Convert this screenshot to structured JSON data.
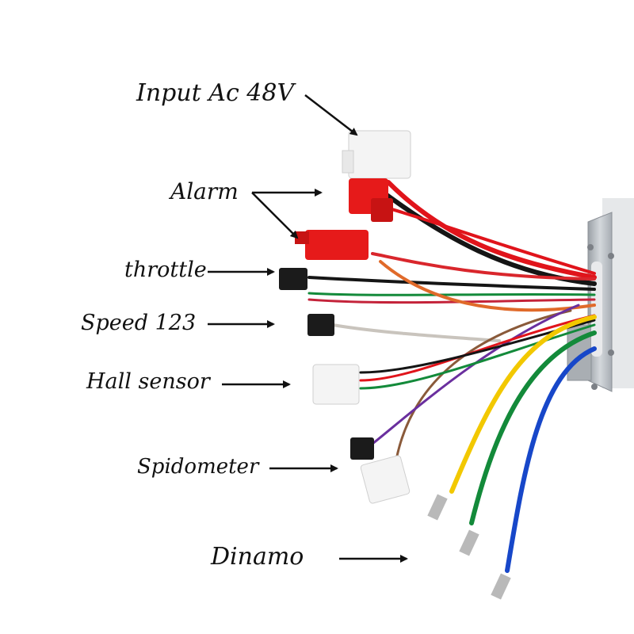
{
  "title": "E-bike controller wiring diagram",
  "labels": {
    "input": "Input Ac 48V",
    "alarm": "Alarm",
    "throttle": "throttle",
    "speed": "Speed 123",
    "hall": "Hall sensor",
    "speedometer": "Spidometer",
    "dinamo": "Dinamo"
  },
  "colors": {
    "red": "#e0141b",
    "black": "#151515",
    "green": "#138a3a",
    "yellow": "#f2c800",
    "blue": "#1747c9",
    "purple": "#6a2f9e",
    "brown": "#8a5a3a",
    "orange": "#e06a2a",
    "grey": "#c9c4bd",
    "connector_white": "#f4f4f4",
    "connector_red": "#e61a1a",
    "connector_black": "#1b1b1b",
    "controller": "#b7bcc2"
  }
}
